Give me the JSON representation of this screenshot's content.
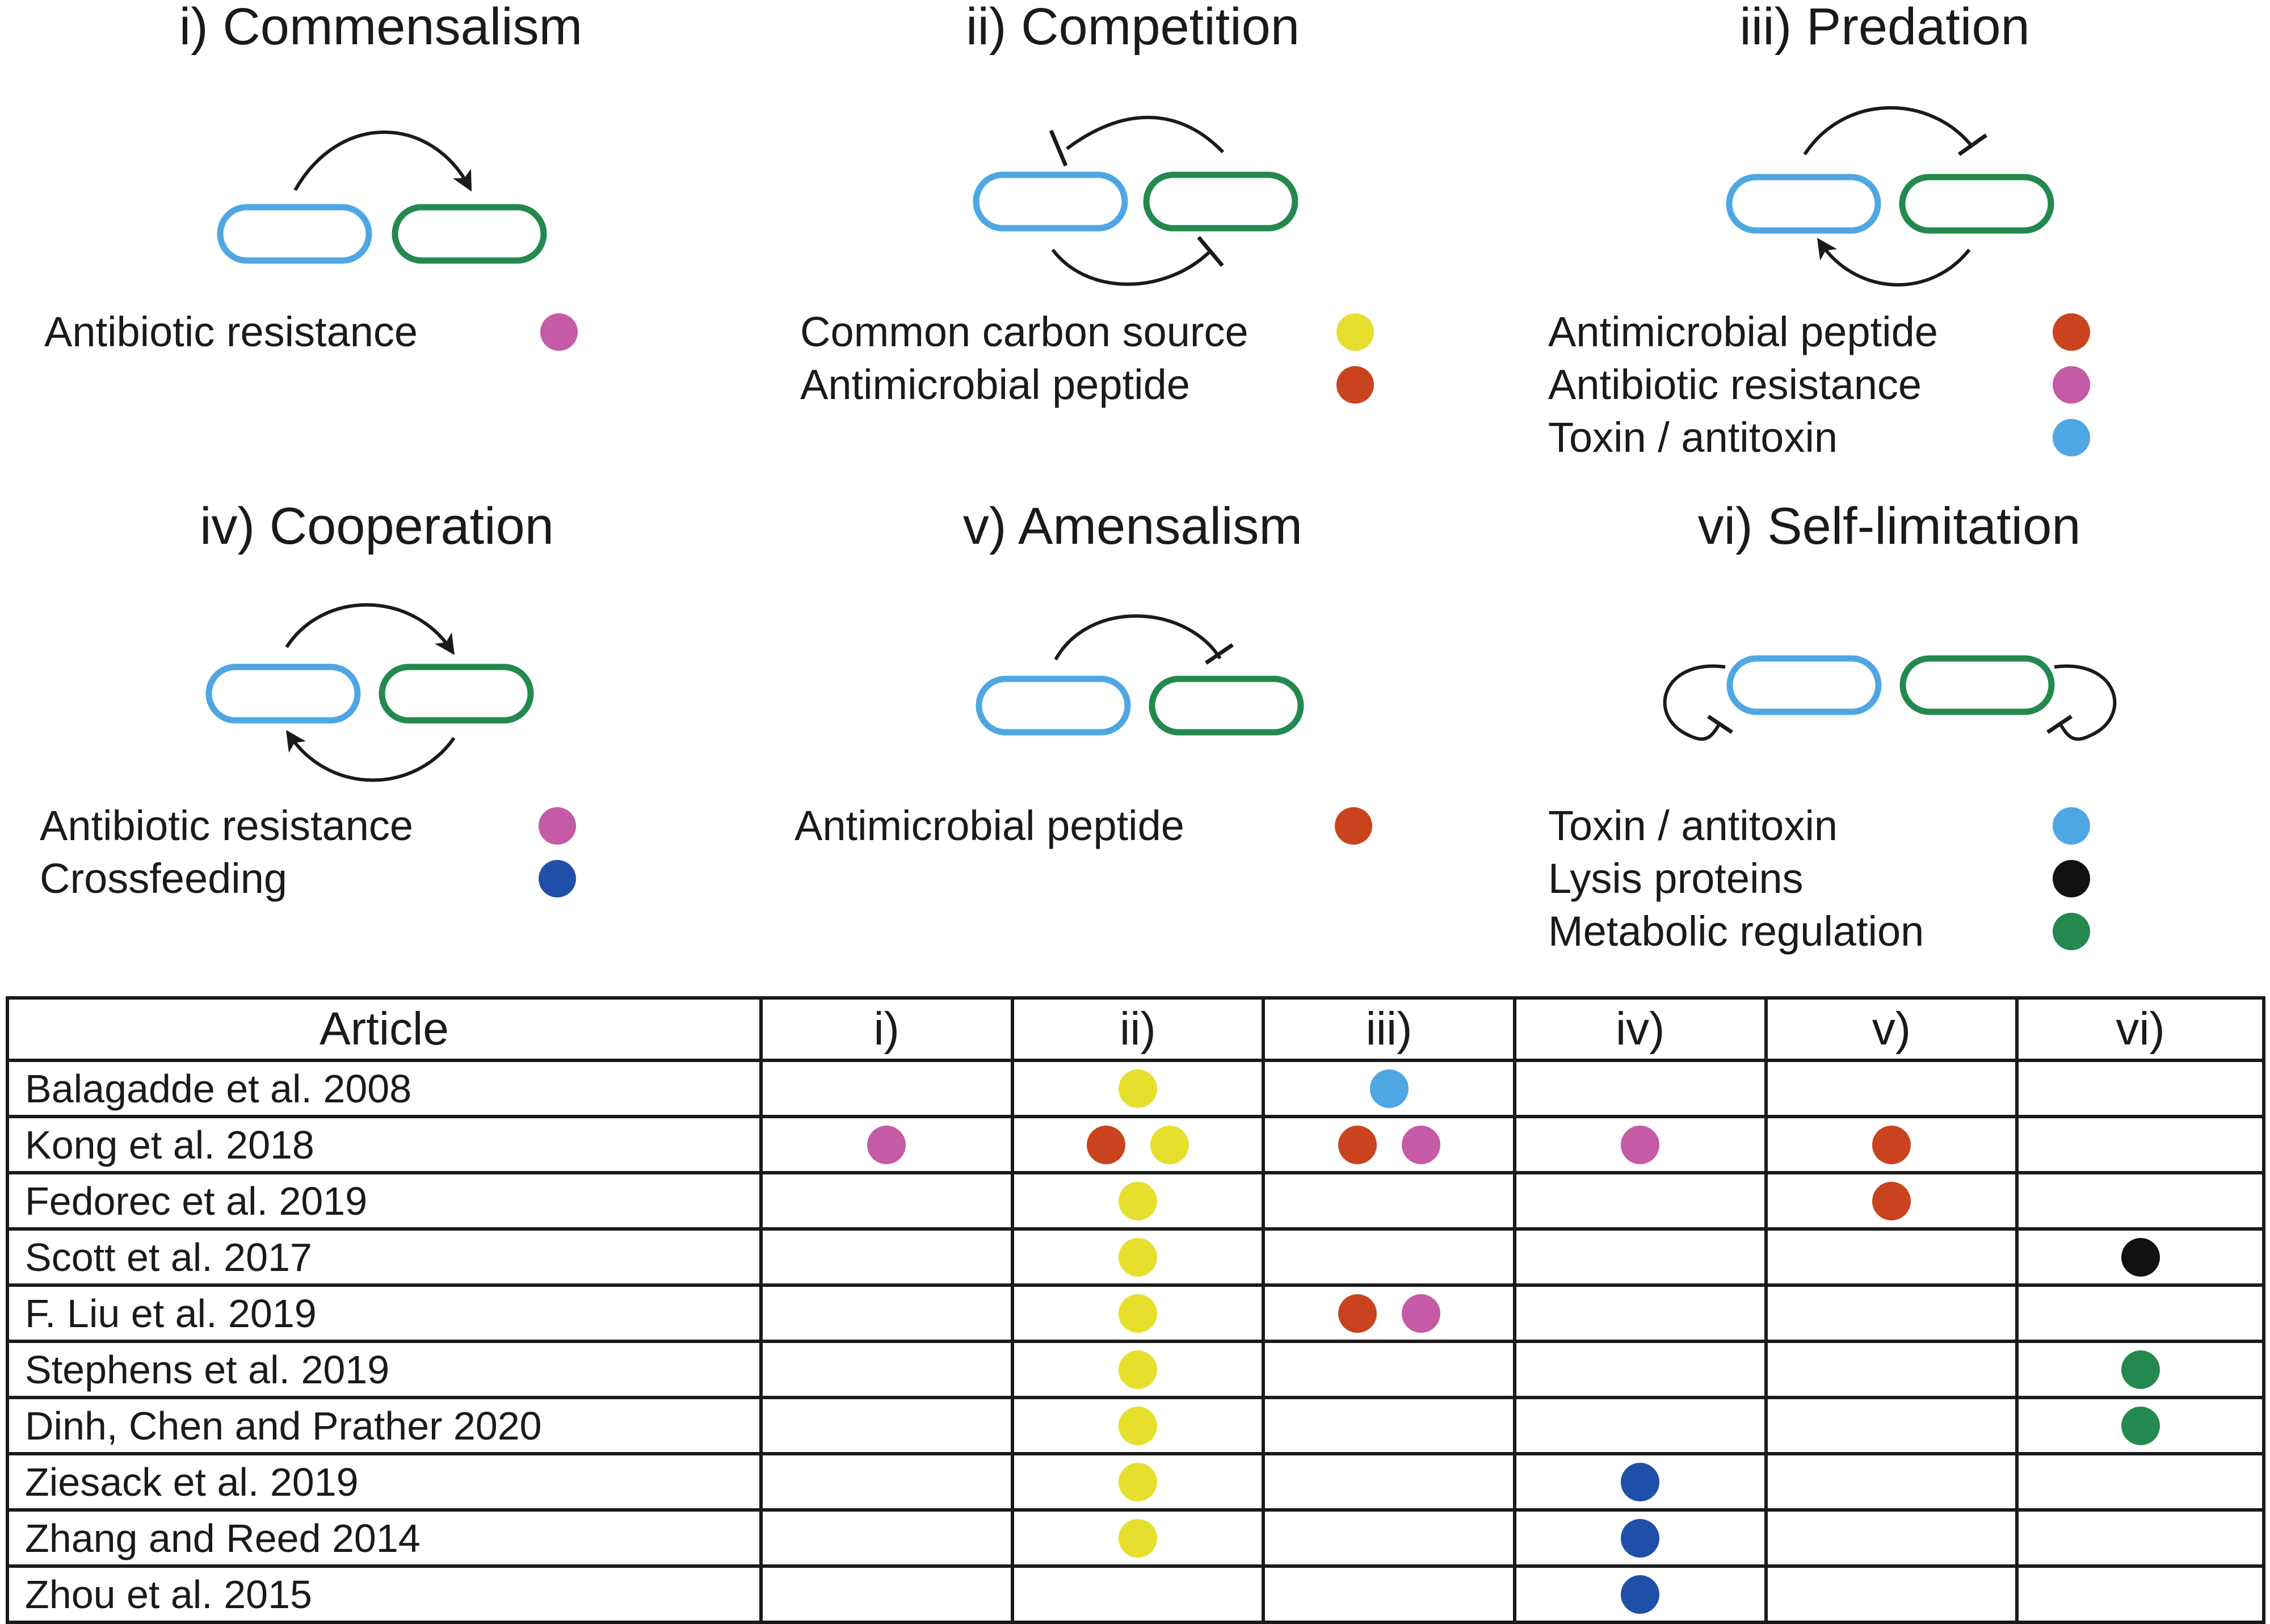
{
  "colors": {
    "outline_blue": "#4ea6e3",
    "outline_green": "#23894f",
    "arrow": "#1a1a1a"
  },
  "mechanisms": {
    "antibiotic_resistance": {
      "label": "Antibiotic resistance",
      "color": "#c55aa6"
    },
    "common_carbon_source": {
      "label": "Common carbon source",
      "color": "#e6df2e"
    },
    "antimicrobial_peptide": {
      "label": "Antimicrobial peptide",
      "color": "#c9431e"
    },
    "toxin_antitoxin": {
      "label": "Toxin / antitoxin",
      "color": "#4ea6e3"
    },
    "crossfeeding": {
      "label": "Crossfeeding",
      "color": "#1f4fa8"
    },
    "lysis_proteins": {
      "label": "Lysis proteins",
      "color": "#111111"
    },
    "metabolic_regulation": {
      "label": "Metabolic regulation",
      "color": "#23894f"
    }
  },
  "panels": [
    {
      "numeral": "i)",
      "name": "Commensalism",
      "legend": [
        "antibiotic_resistance"
      ]
    },
    {
      "numeral": "ii)",
      "name": "Competition",
      "legend": [
        "common_carbon_source",
        "antimicrobial_peptide"
      ]
    },
    {
      "numeral": "iii)",
      "name": "Predation",
      "legend": [
        "antimicrobial_peptide",
        "antibiotic_resistance",
        "toxin_antitoxin"
      ]
    },
    {
      "numeral": "iv)",
      "name": "Cooperation",
      "legend": [
        "antibiotic_resistance",
        "crossfeeding"
      ]
    },
    {
      "numeral": "v)",
      "name": "Amensalism",
      "legend": [
        "antimicrobial_peptide"
      ]
    },
    {
      "numeral": "vi)",
      "name": "Self-limitation",
      "legend": [
        "toxin_antitoxin",
        "lysis_proteins",
        "metabolic_regulation"
      ]
    }
  ],
  "table": {
    "header": [
      "Article",
      "i)",
      "ii)",
      "iii)",
      "iv)",
      "v)",
      "vi)"
    ],
    "rows": [
      {
        "article": "Balagadde et al. 2008",
        "cells": [
          [],
          [
            "common_carbon_source"
          ],
          [
            "toxin_antitoxin"
          ],
          [],
          [],
          []
        ]
      },
      {
        "article": "Kong et al. 2018",
        "cells": [
          [
            "antibiotic_resistance"
          ],
          [
            "antimicrobial_peptide",
            "common_carbon_source"
          ],
          [
            "antimicrobial_peptide",
            "antibiotic_resistance"
          ],
          [
            "antibiotic_resistance"
          ],
          [
            "antimicrobial_peptide"
          ],
          []
        ]
      },
      {
        "article": "Fedorec et al. 2019",
        "cells": [
          [],
          [
            "common_carbon_source"
          ],
          [],
          [],
          [
            "antimicrobial_peptide"
          ],
          []
        ]
      },
      {
        "article": "Scott et al. 2017",
        "cells": [
          [],
          [
            "common_carbon_source"
          ],
          [],
          [],
          [],
          [
            "lysis_proteins"
          ]
        ]
      },
      {
        "article": "F. Liu et al. 2019",
        "cells": [
          [],
          [
            "common_carbon_source"
          ],
          [
            "antimicrobial_peptide",
            "antibiotic_resistance"
          ],
          [],
          [],
          []
        ]
      },
      {
        "article": "Stephens et al. 2019",
        "cells": [
          [],
          [
            "common_carbon_source"
          ],
          [],
          [],
          [],
          [
            "metabolic_regulation"
          ]
        ]
      },
      {
        "article": "Dinh, Chen and Prather 2020",
        "cells": [
          [],
          [
            "common_carbon_source"
          ],
          [],
          [],
          [],
          [
            "metabolic_regulation"
          ]
        ]
      },
      {
        "article": "Ziesack et al. 2019",
        "cells": [
          [],
          [
            "common_carbon_source"
          ],
          [],
          [
            "crossfeeding"
          ],
          [],
          []
        ]
      },
      {
        "article": "Zhang and Reed 2014",
        "cells": [
          [],
          [
            "common_carbon_source"
          ],
          [],
          [
            "crossfeeding"
          ],
          [],
          []
        ]
      },
      {
        "article": "Zhou et al. 2015",
        "cells": [
          [],
          [],
          [],
          [
            "crossfeeding"
          ],
          [],
          []
        ]
      }
    ]
  }
}
